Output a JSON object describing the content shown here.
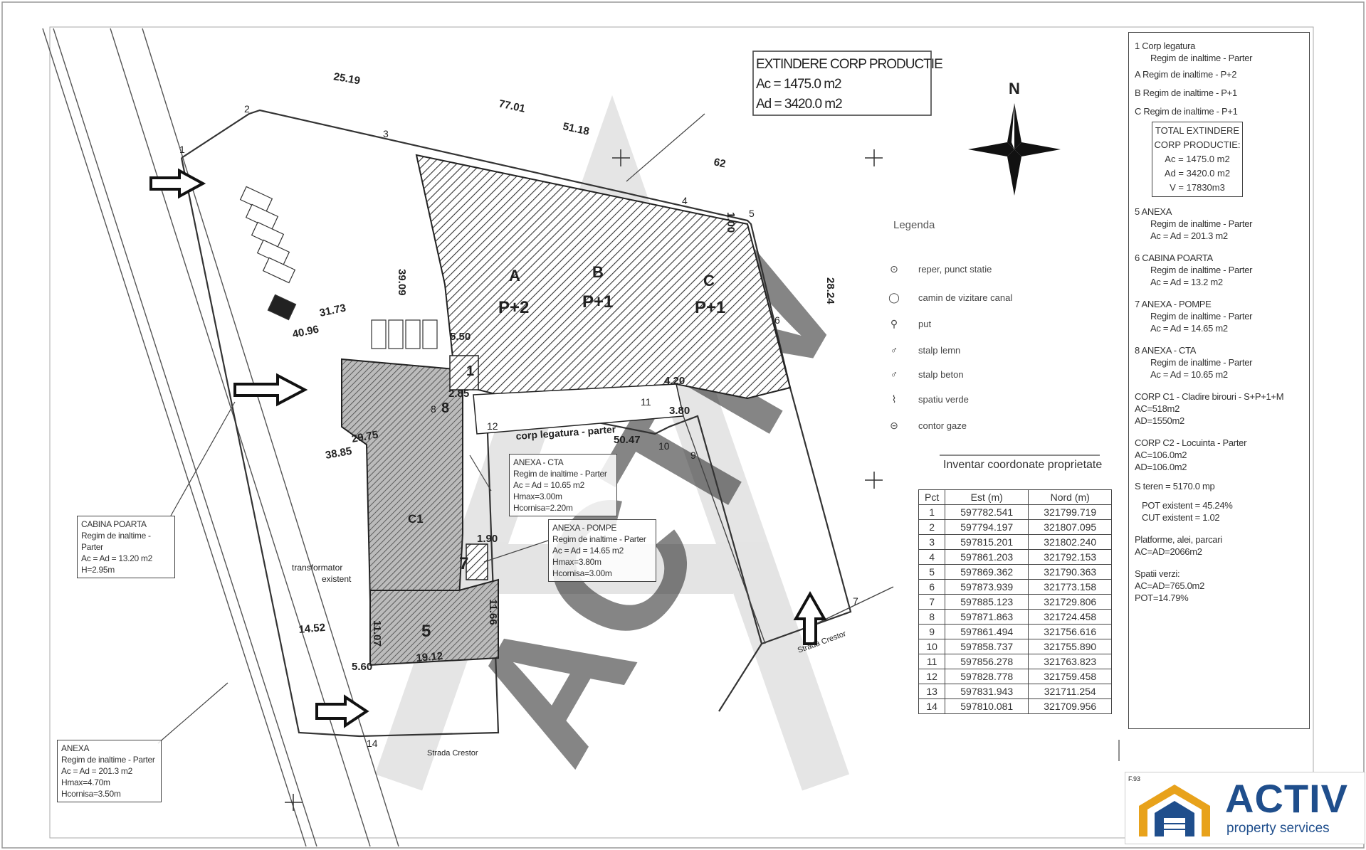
{
  "header_box": {
    "title": "EXTINDERE CORP PRODUCTIE",
    "ac": "Ac = 1475.0 m2",
    "ad": "Ad = 3420.0 m2"
  },
  "compass": {
    "label": "N"
  },
  "dimensions": {
    "d1": "25.19",
    "d2": "77.01",
    "d3": "51.18",
    "d4": "62",
    "d5": "1.00",
    "d6": "28.24",
    "d7": "39.09",
    "d8": "31.73",
    "d9": "40.96",
    "d10": "5.50",
    "d11": "29.75",
    "d12": "38.85",
    "d13": "50.47",
    "d14": "14.52",
    "d15": "5.60",
    "d16": "19.12",
    "d17": "11.07",
    "d18": "11.66",
    "d19": "1.90",
    "d20": "4.20",
    "d21": "3.80",
    "d22": "2.85"
  },
  "zones": {
    "A": "A",
    "A_h": "P+2",
    "B": "B",
    "B_h": "P+1",
    "C": "C",
    "C_h": "P+1",
    "corp_legatura": "corp legatura - parter",
    "c1": "C1",
    "n1": "1",
    "n5": "5",
    "n7": "7",
    "n8": "8"
  },
  "points": [
    "1",
    "2",
    "3",
    "4",
    "5",
    "6",
    "7",
    "8",
    "9",
    "10",
    "11",
    "12",
    "14"
  ],
  "street_labels": {
    "s1": "Strada Crestor",
    "s2": "Strada Crestor"
  },
  "misc_labels": {
    "transformator": "transformator",
    "existent": "existent"
  },
  "legend": {
    "title": "Legenda",
    "items": [
      {
        "icon": "⊙",
        "label": "reper, punct statie"
      },
      {
        "icon": "◯",
        "label": "camin de vizitare canal"
      },
      {
        "icon": "⚲",
        "label": "put"
      },
      {
        "icon": "♂",
        "label": "stalp lemn"
      },
      {
        "icon": "♂",
        "label": "stalp beton"
      },
      {
        "icon": "⌇",
        "label": "spatiu verde"
      },
      {
        "icon": "⊝",
        "label": "contor gaze"
      }
    ]
  },
  "coords": {
    "title": "Inventar coordonate proprietate",
    "headers": [
      "Pct",
      "Est (m)",
      "Nord (m)"
    ],
    "rows": [
      [
        "1",
        "597782.541",
        "321799.719"
      ],
      [
        "2",
        "597794.197",
        "321807.095"
      ],
      [
        "3",
        "597815.201",
        "321802.240"
      ],
      [
        "4",
        "597861.203",
        "321792.153"
      ],
      [
        "5",
        "597869.362",
        "321790.363"
      ],
      [
        "6",
        "597873.939",
        "321773.158"
      ],
      [
        "7",
        "597885.123",
        "321729.806"
      ],
      [
        "8",
        "597871.863",
        "321724.458"
      ],
      [
        "9",
        "597861.494",
        "321756.616"
      ],
      [
        "10",
        "597858.737",
        "321755.890"
      ],
      [
        "11",
        "597856.278",
        "321763.823"
      ],
      [
        "12",
        "597828.778",
        "321759.458"
      ],
      [
        "13",
        "597831.943",
        "321711.254"
      ],
      [
        "14",
        "597810.081",
        "321709.956"
      ]
    ]
  },
  "right_panel": {
    "l1": "1    Corp legatura",
    "l2": "Regim de inaltime - Parter",
    "l3": "A    Regim de inaltime - P+2",
    "l4": "B    Regim de inaltime - P+1",
    "l5": "C    Regim de inaltime - P+1",
    "total1": "TOTAL EXTINDERE",
    "total2": "CORP PRODUCTIE:",
    "total3": "Ac = 1475.0 m2",
    "total4": "Ad = 3420.0 m2",
    "total5": "V = 17830m3",
    "a1": "5    ANEXA",
    "a2": "Regim de inaltime - Parter",
    "a3": "Ac = Ad = 201.3 m2",
    "b1": "6    CABINA POARTA",
    "b2": "Regim de inaltime - Parter",
    "b3": "Ac = Ad = 13.2 m2",
    "c1": "7    ANEXA - POMPE",
    "c2": "Regim de inaltime - Parter",
    "c3": "Ac = Ad = 14.65 m2",
    "e1": "8    ANEXA - CTA",
    "e2": "Regim de inaltime - Parter",
    "e3": "Ac = Ad = 10.65 m2",
    "f1": "CORP C1 - Cladire birouri - S+P+1+M",
    "f2": "AC=518m2",
    "f3": "AD=1550m2",
    "g1": "CORP C2 - Locuinta - Parter",
    "g2": "AC=106.0m2",
    "g3": "AD=106.0m2",
    "h1": "S teren = 5170.0 mp",
    "h2": "POT existent = 45.24%",
    "h3": "CUT existent = 1.02",
    "i1": "Platforme, alei, parcari",
    "i2": "AC=AD=2066m2",
    "j1": "Spatii verzi:",
    "j2": "AC=AD=765.0m2",
    "j3": "POT=14.79%"
  },
  "boxes": {
    "cta": [
      "ANEXA - CTA",
      "Regim de inaltime - Parter",
      "Ac = Ad = 10.65 m2",
      "Hmax=3.00m",
      "Hcornisa=2.20m"
    ],
    "pompe": [
      "ANEXA - POMPE",
      "Regim de inaltime - Parter",
      "Ac = Ad = 14.65 m2",
      "Hmax=3.80m",
      "Hcornisa=3.00m"
    ],
    "cabina": [
      "CABINA POARTA",
      "Regim de inaltime -",
      "Parter",
      "Ac = Ad = 13.20 m2",
      "H=2.95m"
    ],
    "anexa": [
      "ANEXA",
      "Regim de inaltime - Parter",
      "Ac = Ad = 201.3 m2",
      "Hmax=4.70m",
      "Hcornisa=3.50m"
    ]
  },
  "logo": {
    "code": "F.93",
    "brand": "ACTIV",
    "sub": "property services",
    "watermark": "ACTIV"
  },
  "colors": {
    "ink": "#222222",
    "logo_blue": "#1f4e8c",
    "logo_orange": "#e8a21b",
    "watermark": "#cccccc"
  }
}
